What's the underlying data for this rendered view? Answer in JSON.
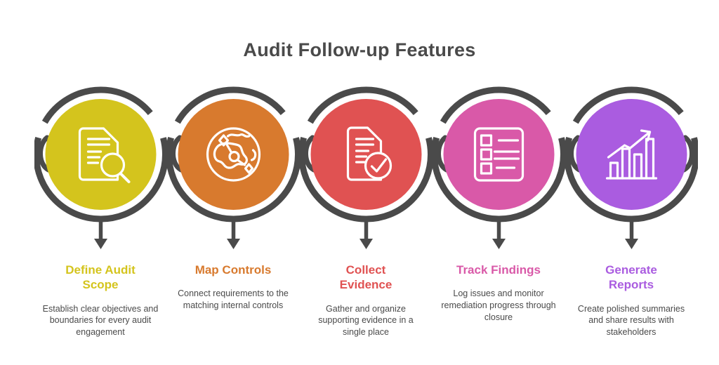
{
  "title": "Audit Follow-up Features",
  "colors": {
    "text": "#4a4a4a",
    "background": "#ffffff",
    "icon_stroke": "#ffffff"
  },
  "steps": [
    {
      "label": "Define Audit Scope",
      "color": "#d4c41d",
      "icon": "document-search-icon",
      "description": "Establish clear objectives and boundaries for every audit engagement"
    },
    {
      "label": "Map Controls",
      "color": "#d87a2e",
      "icon": "route-map-icon",
      "description": "Connect requirements to the matching internal controls"
    },
    {
      "label": "Collect Evidence",
      "color": "#e05252",
      "icon": "document-check-icon",
      "description": "Gather and organize supporting evidence in a single place"
    },
    {
      "label": "Track Findings",
      "color": "#d959a8",
      "icon": "checklist-icon",
      "description": "Log issues and monitor remediation progress through closure"
    },
    {
      "label": "Generate Reports",
      "color": "#aa5ce0",
      "icon": "chart-growth-icon",
      "description": "Create polished summaries and share results with stakeholders"
    }
  ]
}
